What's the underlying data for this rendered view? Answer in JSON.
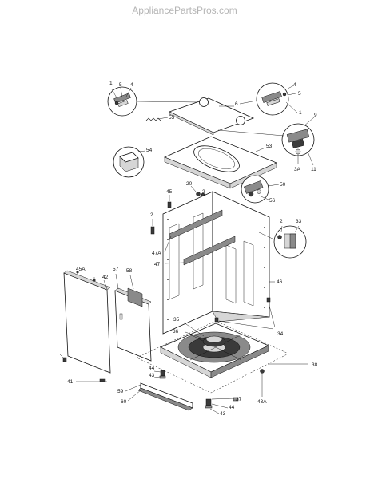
{
  "watermark": "AppliancePartsPros.com",
  "labels": {
    "l1a": "1",
    "l5a": "5",
    "l4a": "4",
    "l4b": "4",
    "l5b": "5",
    "l1b": "1",
    "l6": "6",
    "l55": "55",
    "l9": "9",
    "l53": "53",
    "l54": "54",
    "l3A": "3A",
    "l11": "11",
    "l20": "20",
    "l2a": "2",
    "l50": "50",
    "l56": "56",
    "l45": "45",
    "l2b": "2",
    "l2c": "2",
    "l33": "33",
    "l47A": "47A",
    "l47": "47",
    "l45A": "45A",
    "l57": "57",
    "l58": "58",
    "l42": "42",
    "l46": "46",
    "l35": "35",
    "l36": "36",
    "l34": "34",
    "l44a": "44",
    "l43a": "43",
    "l38": "38",
    "l41": "41",
    "l59": "59",
    "l60": "60",
    "l37": "37",
    "l44b": "44",
    "l43b": "43",
    "l43A": "43A"
  }
}
